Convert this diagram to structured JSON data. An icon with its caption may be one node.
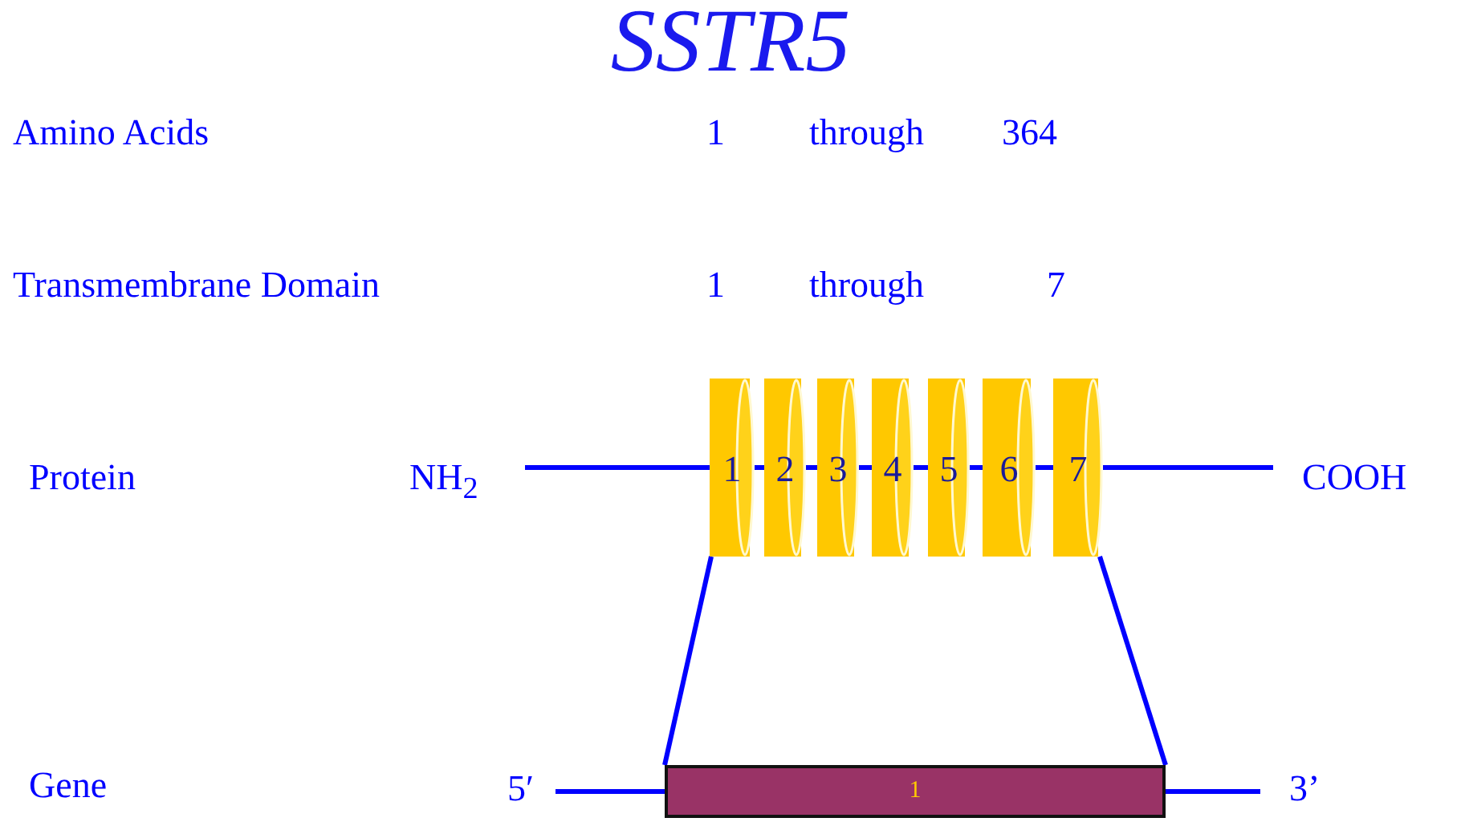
{
  "diagram": {
    "title": "SSTR5",
    "nodes": [
      {
        "text": [
          "NH$_{2}$"
        ]
      },
      {
        "text": [
          "1"
        ]
      },
      {
        "text": [
          "2"
        ]
      },
      {
        "text": [
          "3"
        ]
      },
      {
        "text": [
          "4"
        ]
      },
      {
        "text": [
          "5"
        ]
      },
      {
        "text": [
          "6"
        ]
      },
      {
        "text": [
          "7"
        ]
      },
      {
        "text": [
          "COOH"
        ]
      },
      {
        "text": [
          "5′"
        ]
      },
      {
        "text": [
          "1"
        ]
      },
      {
        "text": [
          "3’"
        ]
      }
    ],
    "edges": [
      {
        "from": 0,
        "to": 1,
        "arrow": "none"
      },
      {
        "from": 1,
        "to": 2,
        "arrow": "none"
      },
      {
        "from": 2,
        "to": 3,
        "arrow": "none"
      },
      {
        "from": 3,
        "to": 4,
        "arrow": "none"
      },
      {
        "from": 4,
        "to": 5,
        "arrow": "none"
      },
      {
        "from": 5,
        "to": 6,
        "arrow": "none"
      },
      {
        "from": 6,
        "to": 7,
        "arrow": "none"
      },
      {
        "from": 7,
        "to": 8,
        "arrow": "none"
      },
      {
        "from": 1,
        "to": 10,
        "arrow": "none"
      },
      {
        "from": 7,
        "to": 10,
        "arrow": "none"
      },
      {
        "from": 9,
        "to": 10,
        "arrow": "none"
      },
      {
        "from": 10,
        "to": 11,
        "arrow": "none"
      }
    ],
    "labels": [
      "Amino Acids",
      "1",
      "through",
      "364",
      "Transmembrane Domain",
      "1",
      "through",
      "7",
      "Protein",
      "Gene"
    ]
  }
}
